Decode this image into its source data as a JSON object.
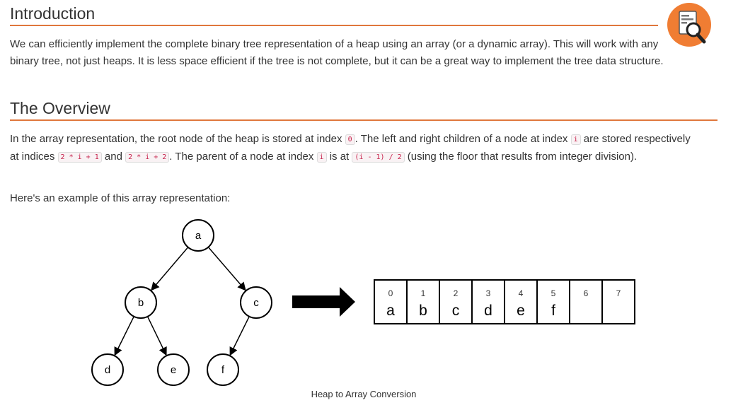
{
  "sections": {
    "intro_title": "Introduction",
    "overview_title": "The Overview"
  },
  "intro": {
    "text": "We can efficiently implement the complete binary tree representation of a heap using an array (or a dynamic array). This will work with any binary tree, not just heaps. It is less space efficient if the tree is not complete, but it can be a great way to implement the tree data structure."
  },
  "overview": {
    "p1_a": "In the array representation, the root node of the heap is stored at index ",
    "code_root": "0",
    "p1_b": ". The left and right children of a node at index ",
    "code_i1": "i",
    "p1_c": " are stored respectively at indices ",
    "code_left": "2 * i + 1",
    "p1_d": " and ",
    "code_right": "2 * i + 2",
    "p1_e": ". The parent of a node at index ",
    "code_i2": "i",
    "p1_f": " is at ",
    "code_parent": "(i - 1) / 2",
    "p1_g": " (using the floor that results from integer division).",
    "p2": "Here's an example of this array representation:"
  },
  "figure": {
    "tree_nodes": [
      "a",
      "b",
      "c",
      "d",
      "e",
      "f"
    ],
    "array_indices": [
      "0",
      "1",
      "2",
      "3",
      "4",
      "5",
      "6",
      "7"
    ],
    "array_values": [
      "a",
      "b",
      "c",
      "d",
      "e",
      "f",
      "",
      ""
    ],
    "caption": "Heap to Array Conversion"
  },
  "colors": {
    "accent": "#e0773c",
    "code_text": "#c7254e",
    "logo_bg": "#f07d33"
  },
  "icons": {
    "logo": "magnifier-document-icon"
  }
}
